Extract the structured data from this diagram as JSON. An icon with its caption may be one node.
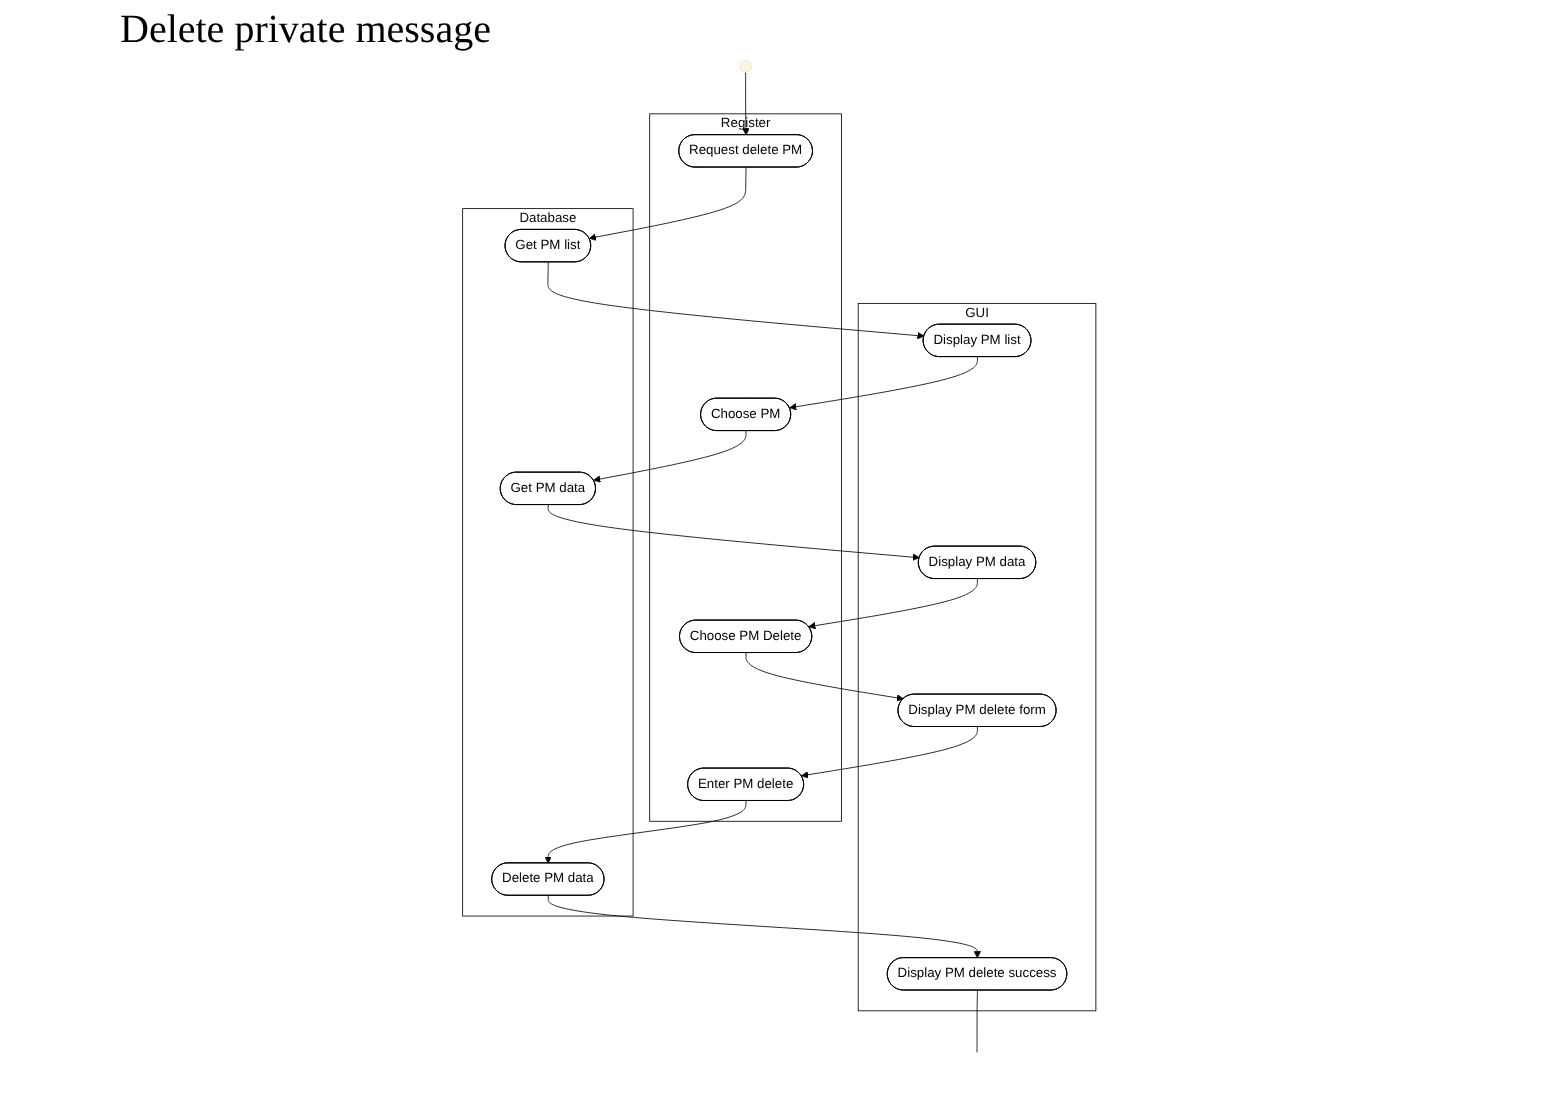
{
  "diagram": {
    "title": "Delete private message",
    "nodes": [
      {
        "text": [],
        "shape": "circle"
      },
      {
        "text": [
          "Register"
        ]
      },
      {
        "text": [
          "GUI"
        ]
      },
      {
        "text": [
          "Database"
        ]
      },
      {
        "text": [
          "Request delete PM"
        ],
        "in": 1
      },
      {
        "text": [
          "Get PM list"
        ],
        "in": 3
      },
      {
        "text": [
          "Display PM list"
        ],
        "in": 2
      },
      {
        "text": [
          "Choose PM"
        ],
        "in": 1
      },
      {
        "text": [
          "Get PM data"
        ],
        "in": 3
      },
      {
        "text": [
          "Display PM data"
        ],
        "in": 2
      },
      {
        "text": [
          "Choose PM Delete"
        ],
        "in": 1
      },
      {
        "text": [
          "Display PM delete form"
        ],
        "in": 2
      },
      {
        "text": [
          "Enter PM delete"
        ],
        "in": 1
      },
      {
        "text": [
          "Delete PM data"
        ],
        "in": 3
      },
      {
        "text": [
          "Display PM delete success"
        ],
        "in": 2
      }
    ],
    "edges": [
      {
        "from": 0,
        "to": 4,
        "arrow": "to"
      },
      {
        "from": 4,
        "to": 5,
        "arrow": "to"
      },
      {
        "from": 5,
        "to": 6,
        "arrow": "to"
      },
      {
        "from": 6,
        "to": 7,
        "arrow": "to"
      },
      {
        "from": 7,
        "to": 8,
        "arrow": "to"
      },
      {
        "from": 8,
        "to": 9,
        "arrow": "to"
      },
      {
        "from": 9,
        "to": 10,
        "arrow": "to"
      },
      {
        "from": 10,
        "to": 11,
        "arrow": "to"
      },
      {
        "from": 11,
        "to": 12,
        "arrow": "to"
      },
      {
        "from": 12,
        "to": 13,
        "arrow": "to"
      },
      {
        "from": 13,
        "to": 14,
        "arrow": "to"
      },
      {
        "from": 14,
        "to": null,
        "arrow": "none"
      }
    ]
  }
}
